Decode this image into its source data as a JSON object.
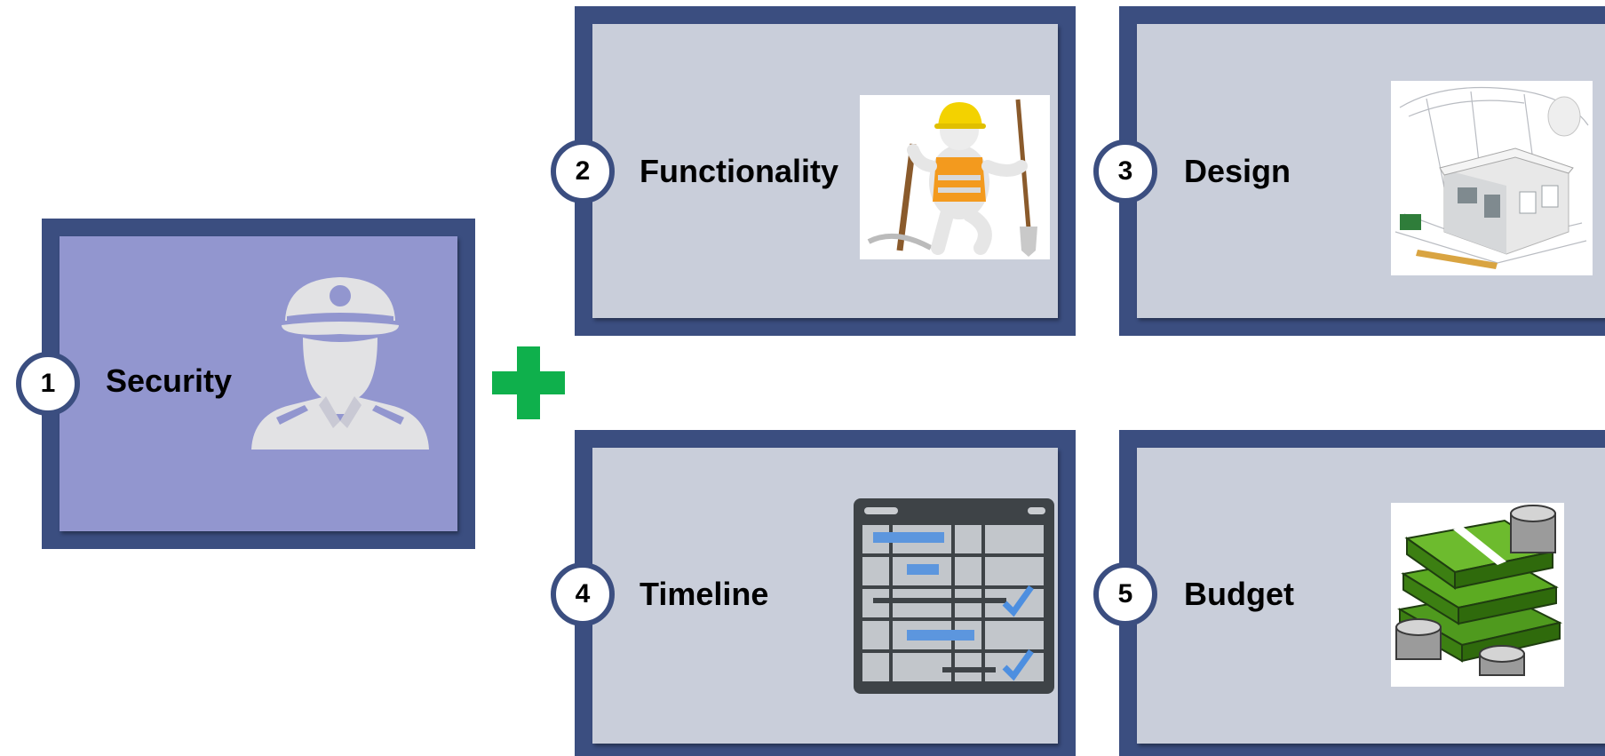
{
  "items": [
    {
      "number": "1",
      "label": "Security",
      "icon": "security-guard-icon"
    },
    {
      "number": "2",
      "label": "Functionality",
      "icon": "construction-worker-icon"
    },
    {
      "number": "3",
      "label": "Design",
      "icon": "house-blueprint-icon"
    },
    {
      "number": "4",
      "label": "Timeline",
      "icon": "gantt-chart-icon"
    },
    {
      "number": "5",
      "label": "Budget",
      "icon": "money-stack-icon"
    }
  ],
  "connector_icon": "plus-icon",
  "colors": {
    "frame": "#3b4e80",
    "card_fill": "#c9ceda",
    "security_fill": "#9296cf",
    "plus": "#0fb04c"
  }
}
